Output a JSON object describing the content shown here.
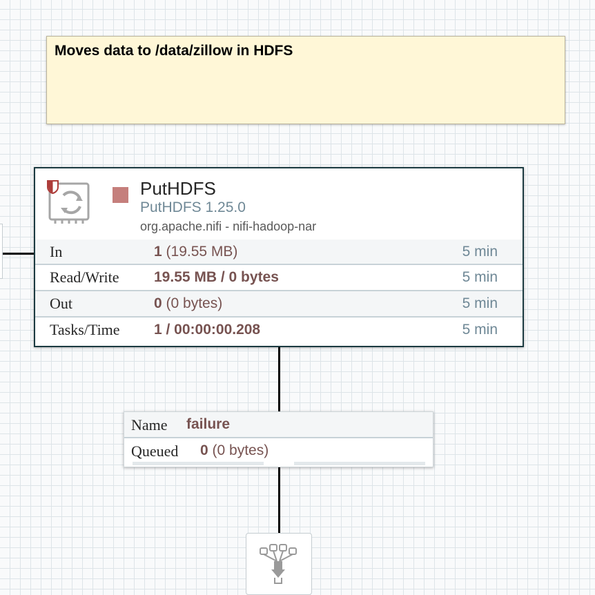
{
  "label": {
    "text": "Moves data to /data/zillow in HDFS"
  },
  "processor": {
    "name": "PutHDFS",
    "type": "PutHDFS 1.25.0",
    "bundle": "org.apache.nifi - nifi-hadoop-nar",
    "state": "stopped",
    "state_color": "#c57f7c",
    "icon": "processor-icon",
    "restricted_icon": "restricted-shield-icon",
    "stats": [
      {
        "label": "In",
        "value_bold": "1",
        "value_rest": " (19.55 MB)",
        "time": "5 min"
      },
      {
        "label": "Read/Write",
        "value_bold": "19.55 MB / 0 bytes",
        "value_rest": "",
        "time": "5 min"
      },
      {
        "label": "Out",
        "value_bold": "0",
        "value_rest": " (0 bytes)",
        "time": "5 min"
      },
      {
        "label": "Tasks/Time",
        "value_bold": "1 / 00:00:00.208",
        "value_rest": "",
        "time": "5 min"
      }
    ]
  },
  "connection": {
    "name_key": "Name",
    "name_value": "failure",
    "queued_key": "Queued",
    "queued_bold": "0",
    "queued_rest": " (0 bytes)"
  },
  "funnel": {
    "icon": "funnel-icon"
  }
}
